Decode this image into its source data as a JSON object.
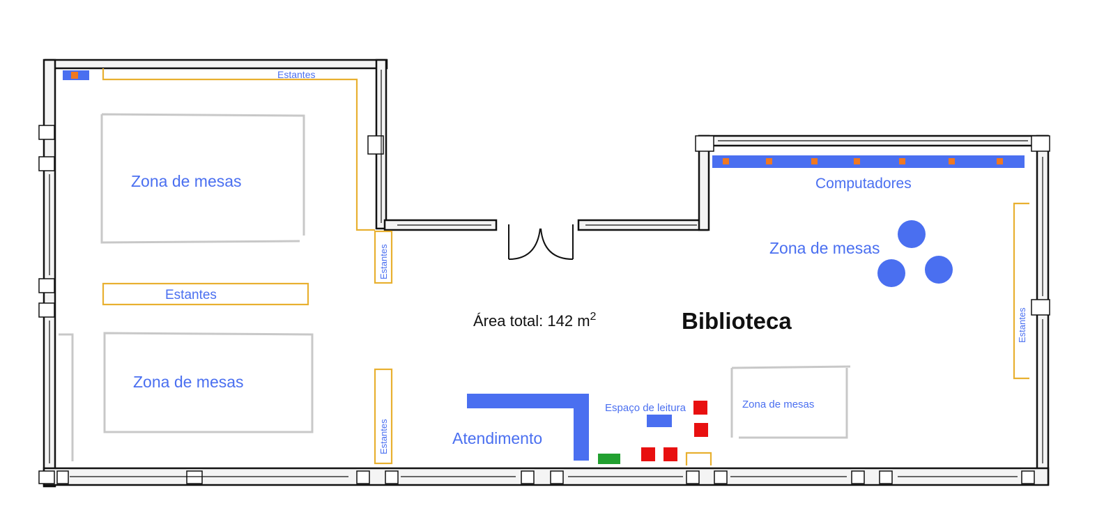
{
  "labels": {
    "zone_tables_top_left": "Zona de mesas",
    "zone_tables_bottom_left": "Zona de mesas",
    "zone_tables_right": "Zona de mesas",
    "zone_tables_small": "Zona de mesas",
    "shelves_top": "Estantes",
    "shelves_middle": "Estantes",
    "shelves_vertical_upper": "Estantes",
    "shelves_vertical_lower": "Estantes",
    "shelves_right": "Estantes",
    "computers": "Computadores",
    "total_area_prefix": "Área total: 142 m",
    "total_area_superscript": "2",
    "title": "Biblioteca",
    "service_desk": "Atendimento",
    "reading_space": "Espaço de leitura"
  },
  "colors": {
    "wall": "#111111",
    "wall_fill": "#f4f4f4",
    "shelf": "#e8b030",
    "table_outline": "#c8c8c8",
    "blue": "#4a6ff0",
    "orange": "#f07820",
    "red": "#e81010",
    "green": "#22a030",
    "label_blue": "#4a6ff0",
    "label_dark": "#111111"
  }
}
